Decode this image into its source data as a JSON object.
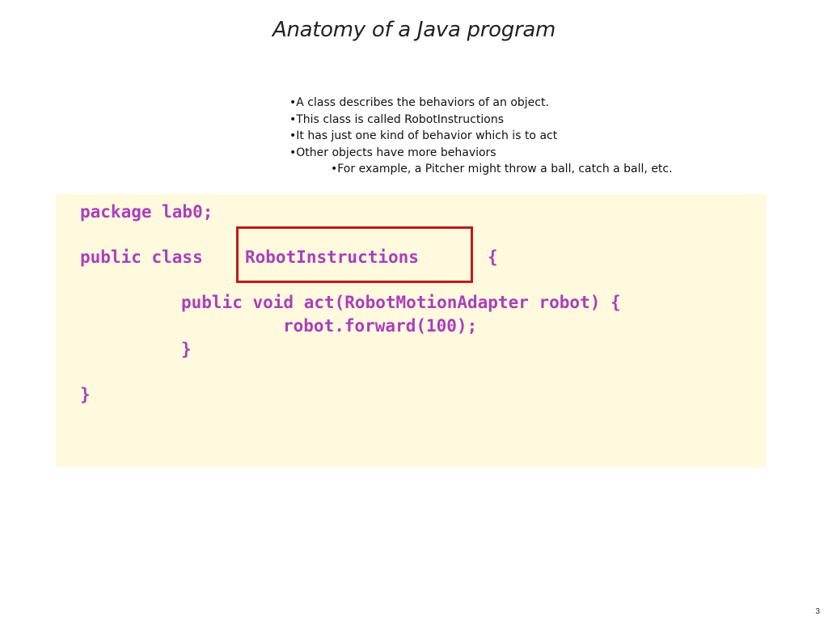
{
  "slide": {
    "title": "Anatomy of a Java program",
    "bullets": [
      "•A class describes the behaviors of an object.",
      "•This class is called RobotInstructions",
      "•It has just one kind of behavior which is to act",
      "•Other objects have more behaviors"
    ],
    "sub_bullet": "•For example, a Pitcher might throw a ball, catch a ball, etc.",
    "code": {
      "line1": "package lab0;",
      "line2_prefix": "public class",
      "line2_class": "RobotInstructions",
      "line2_brace": "{",
      "line3": "public void act(RobotMotionAdapter robot) {",
      "line4": "robot.forward(100);",
      "line5": "}",
      "line6": "}"
    },
    "page_number": "3"
  },
  "colors": {
    "code_text": "#a93fbd",
    "code_background": "#fff9dd",
    "highlight_border": "#c11919"
  }
}
